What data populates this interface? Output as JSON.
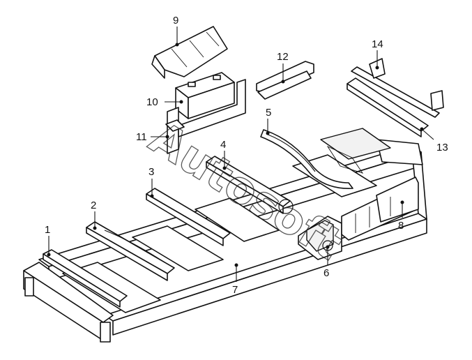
{
  "watermark": "Autosoft",
  "callouts": [
    {
      "id": "1",
      "label": "1"
    },
    {
      "id": "2",
      "label": "2"
    },
    {
      "id": "3",
      "label": "3"
    },
    {
      "id": "4",
      "label": "4"
    },
    {
      "id": "5",
      "label": "5"
    },
    {
      "id": "6",
      "label": "6"
    },
    {
      "id": "7",
      "label": "7"
    },
    {
      "id": "8",
      "label": "8"
    },
    {
      "id": "9",
      "label": "9"
    },
    {
      "id": "10",
      "label": "10"
    },
    {
      "id": "11",
      "label": "11"
    },
    {
      "id": "12",
      "label": "12"
    },
    {
      "id": "13",
      "label": "13"
    },
    {
      "id": "14",
      "label": "14"
    }
  ]
}
